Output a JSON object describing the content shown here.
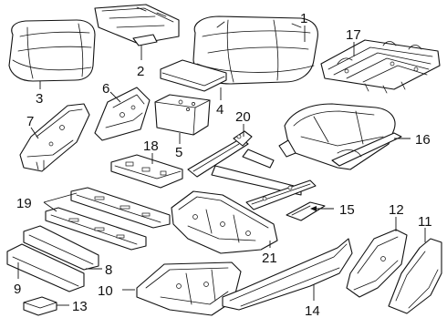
{
  "diagram": {
    "line_color": "#111111",
    "background": "#ffffff",
    "callouts": {
      "c1": "1",
      "c2": "2",
      "c3": "3",
      "c4": "4",
      "c5": "5",
      "c6": "6",
      "c7": "7",
      "c8": "8",
      "c9": "9",
      "c10": "10",
      "c11": "11",
      "c12": "12",
      "c13": "13",
      "c14": "14",
      "c15": "15",
      "c16": "16",
      "c17": "17",
      "c18": "18",
      "c19": "19",
      "c20": "20",
      "c21": "21"
    }
  }
}
